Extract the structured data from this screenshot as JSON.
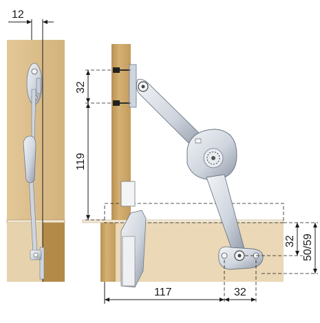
{
  "dimensions": {
    "side_width": "12",
    "upper_offset": "32",
    "arm_height": "119",
    "base_spacing": "32",
    "bottom_height": "50/59",
    "depth": "117",
    "base_width": "32"
  },
  "colors": {
    "wood_dark": "#c8a468",
    "wood_light": "#ead8b6",
    "metal_light": "#dde2ea",
    "metal_dark": "#9aa3b0"
  }
}
